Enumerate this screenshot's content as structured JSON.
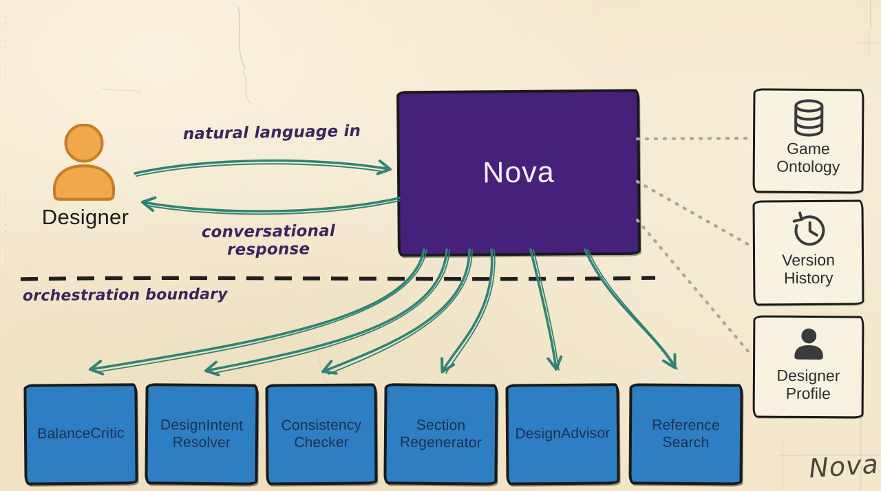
{
  "diagram_title": "Nova",
  "designer": {
    "label": "Designer",
    "icon": "person-icon"
  },
  "nova": {
    "label": "Nova"
  },
  "flows": {
    "input_label": "natural language in",
    "response_label": "conversational response"
  },
  "boundary": {
    "label": "orchestration boundary"
  },
  "agents": [
    {
      "label": "BalanceCritic"
    },
    {
      "label": "DesignIntent Resolver"
    },
    {
      "label": "Consistency Checker"
    },
    {
      "label": "Section Regenerator"
    },
    {
      "label": "DesignAdvisor"
    },
    {
      "label": "Reference Search"
    }
  ],
  "resources": [
    {
      "label": "Game Ontology",
      "icon": "database-icon"
    },
    {
      "label": "Version History",
      "icon": "history-icon"
    },
    {
      "label": "Designer Profile",
      "icon": "profile-icon"
    }
  ],
  "signature": {
    "label": "Nova"
  },
  "colors": {
    "paper": "#f3e7cb",
    "nova_purple": "#46217a",
    "agent_blue": "#2d7ec3",
    "arrow_teal": "#2f8474",
    "annotation_purple": "#40235e",
    "outline_black": "#1a1a1a",
    "dotted_gray": "#aaa79d",
    "designer_orange": "#f0a84b"
  }
}
